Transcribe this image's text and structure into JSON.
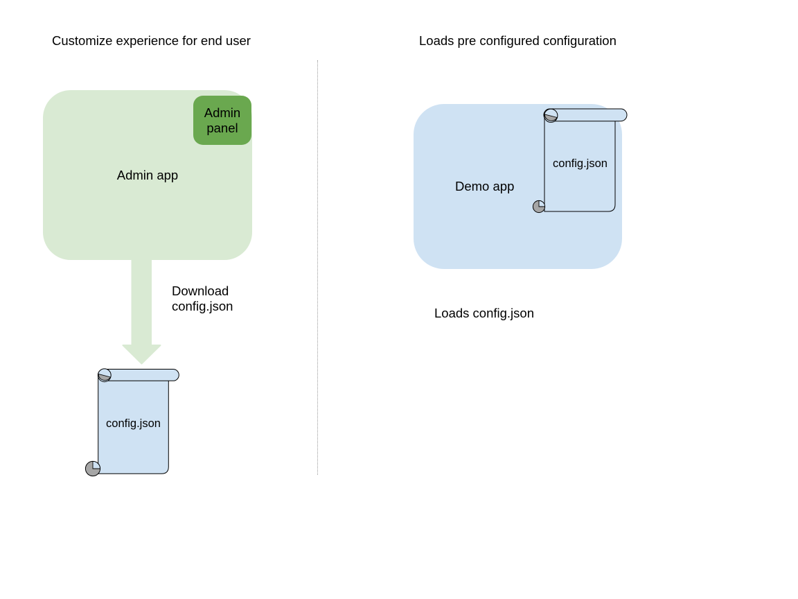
{
  "diagram": {
    "background": "#ffffff",
    "left": {
      "title": "Customize experience for end user",
      "admin_app_label": "Admin app",
      "admin_panel_label": "Admin panel",
      "arrow_label": "Download config.json",
      "file_label": "config.json",
      "colors": {
        "admin_app_fill": "#d9ead3",
        "admin_panel_fill": "#6aa84f",
        "arrow_fill": "#d9ead3",
        "file_fill": "#cfe2f3"
      }
    },
    "right": {
      "title": "Loads pre configured configuration",
      "demo_app_label": "Demo app",
      "file_label": "config.json",
      "caption": "Loads config.json",
      "colors": {
        "demo_app_fill": "#cfe2f3",
        "file_fill": "#cfe2f3"
      }
    },
    "divider": {
      "style": "dotted",
      "color": "#999999"
    },
    "scroll_icon": {
      "curl_fill": "#a6a6a6",
      "stroke": "#000000"
    },
    "text_color": "#000000"
  }
}
